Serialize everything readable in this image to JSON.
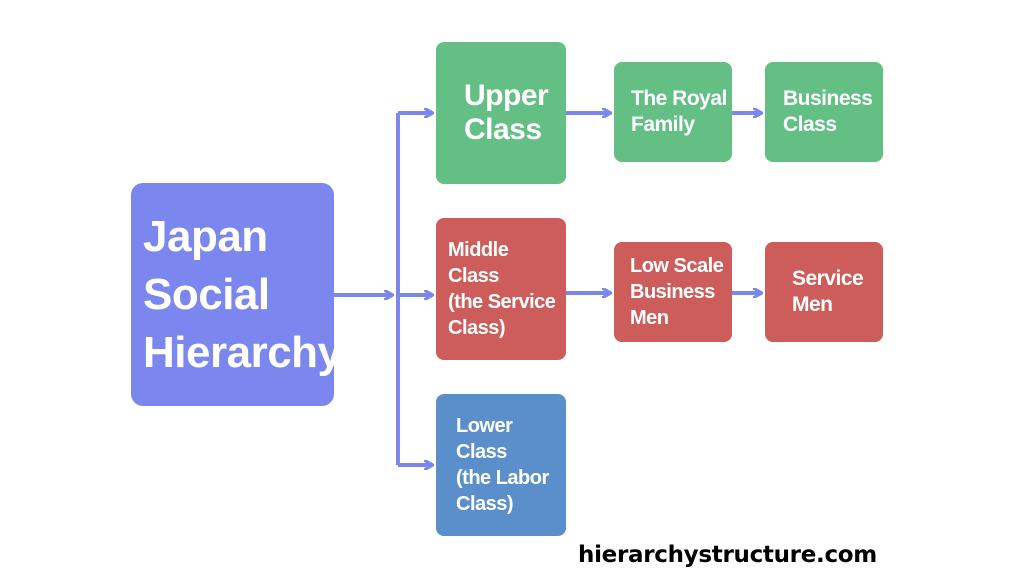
{
  "diagram": {
    "root": {
      "lines": [
        "Japan",
        "Social",
        "Hierarchy"
      ]
    },
    "upper_class": {
      "lines": [
        "Upper",
        "Class"
      ]
    },
    "middle_class": {
      "lines": [
        "Middle",
        "Class",
        "(the Service",
        "Class)"
      ]
    },
    "lower_class": {
      "lines": [
        "Lower",
        "Class",
        "(the Labor",
        "Class)"
      ]
    },
    "royal_family": {
      "lines": [
        "The Royal",
        "Family"
      ]
    },
    "business_class": {
      "lines": [
        "Business",
        "Class"
      ]
    },
    "low_scale_business": {
      "lines": [
        "Low Scale",
        "Business",
        "Men"
      ]
    },
    "service_men": {
      "lines": [
        "Service",
        "Men"
      ]
    }
  },
  "colors": {
    "root": "#7b86ef",
    "upper": "#64bf85",
    "middle": "#cc5d5a",
    "lower": "#5a8fcb",
    "connector": "#7b86ef"
  },
  "watermark": "hierarchystructure.com"
}
